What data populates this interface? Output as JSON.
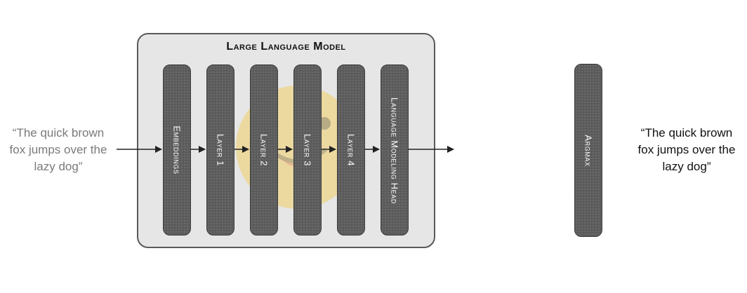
{
  "input": {
    "text": "“The quick brown fox jumps over the lazy dog”"
  },
  "model": {
    "title": "Large Language Model",
    "layers": [
      {
        "label": "Embeddings"
      },
      {
        "label": "Layer 1"
      },
      {
        "label": "Layer 2"
      },
      {
        "label": "Layer 3"
      },
      {
        "label": "Layer 4"
      },
      {
        "label": "Language Modeling Head"
      }
    ]
  },
  "argmax": {
    "label": "Argmax"
  },
  "output": {
    "text": "“The quick brown fox jumps over the lazy dog”"
  },
  "colors": {
    "layer_fill": "#5b5b5b",
    "model_box_fill": "#e6e6e6",
    "mascot": "#f2c94c"
  },
  "icons": {
    "mascot": "smiling-face-icon"
  }
}
